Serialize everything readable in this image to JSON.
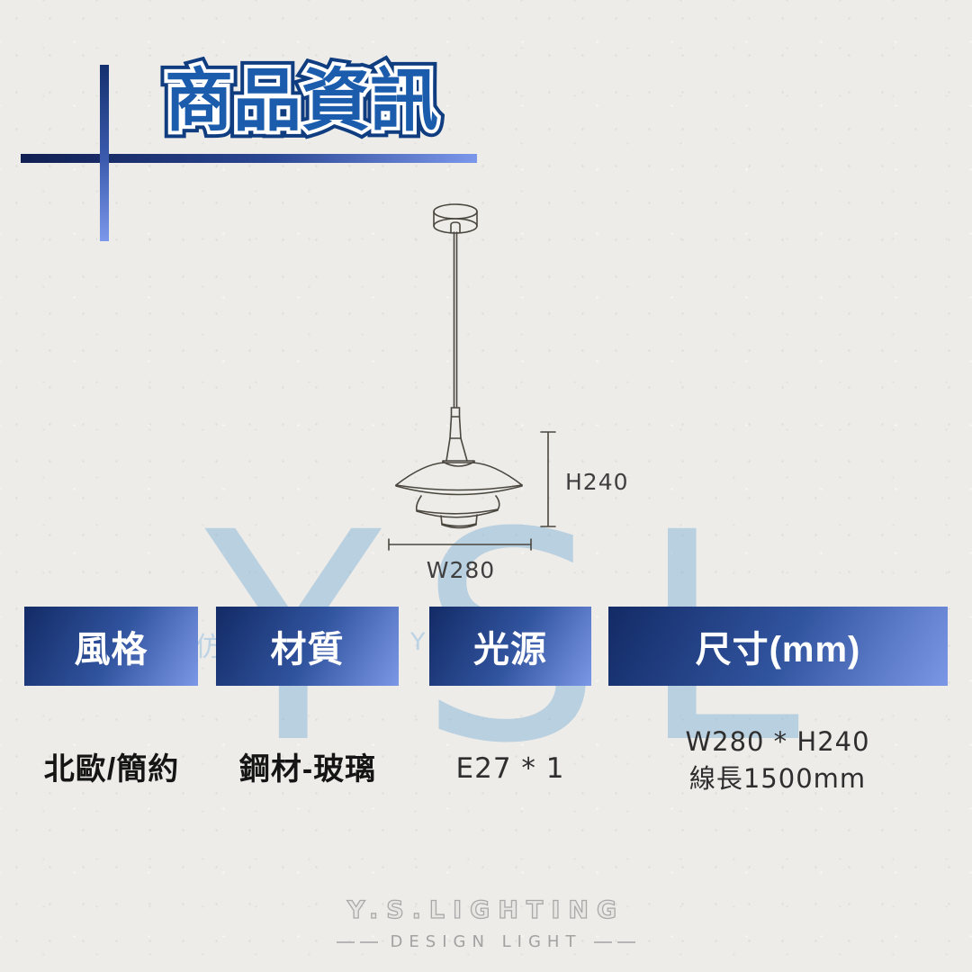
{
  "colors": {
    "title_fill": "#1b5cad",
    "title_outline": "#0f3d80",
    "accent_bar_dark": "#122a63",
    "accent_bar_light": "#7b97ea",
    "banner_gradient_start": "#132b66",
    "banner_gradient_end": "#7b97e6",
    "watermark_blue": "#8db6d9",
    "line_art": "#4b473f"
  },
  "header": {
    "title": "商品資訊"
  },
  "diagram": {
    "height_label": "H240",
    "width_label": "W280"
  },
  "watermark": {
    "large": "YSL",
    "fragments": [
      "仿",
      "Y"
    ]
  },
  "spec_columns": [
    {
      "header": "風格",
      "values": [
        "北歐/簡約"
      ]
    },
    {
      "header": "材質",
      "values": [
        "鋼材-玻璃"
      ]
    },
    {
      "header": "光源",
      "values": [
        "E27 * 1"
      ]
    },
    {
      "header": "尺寸(mm)",
      "values": [
        "W280 * H240",
        "線長1500mm"
      ]
    }
  ],
  "footer": {
    "brand": "Y.S.LIGHTING",
    "tagline": "DESIGN LIGHT"
  }
}
